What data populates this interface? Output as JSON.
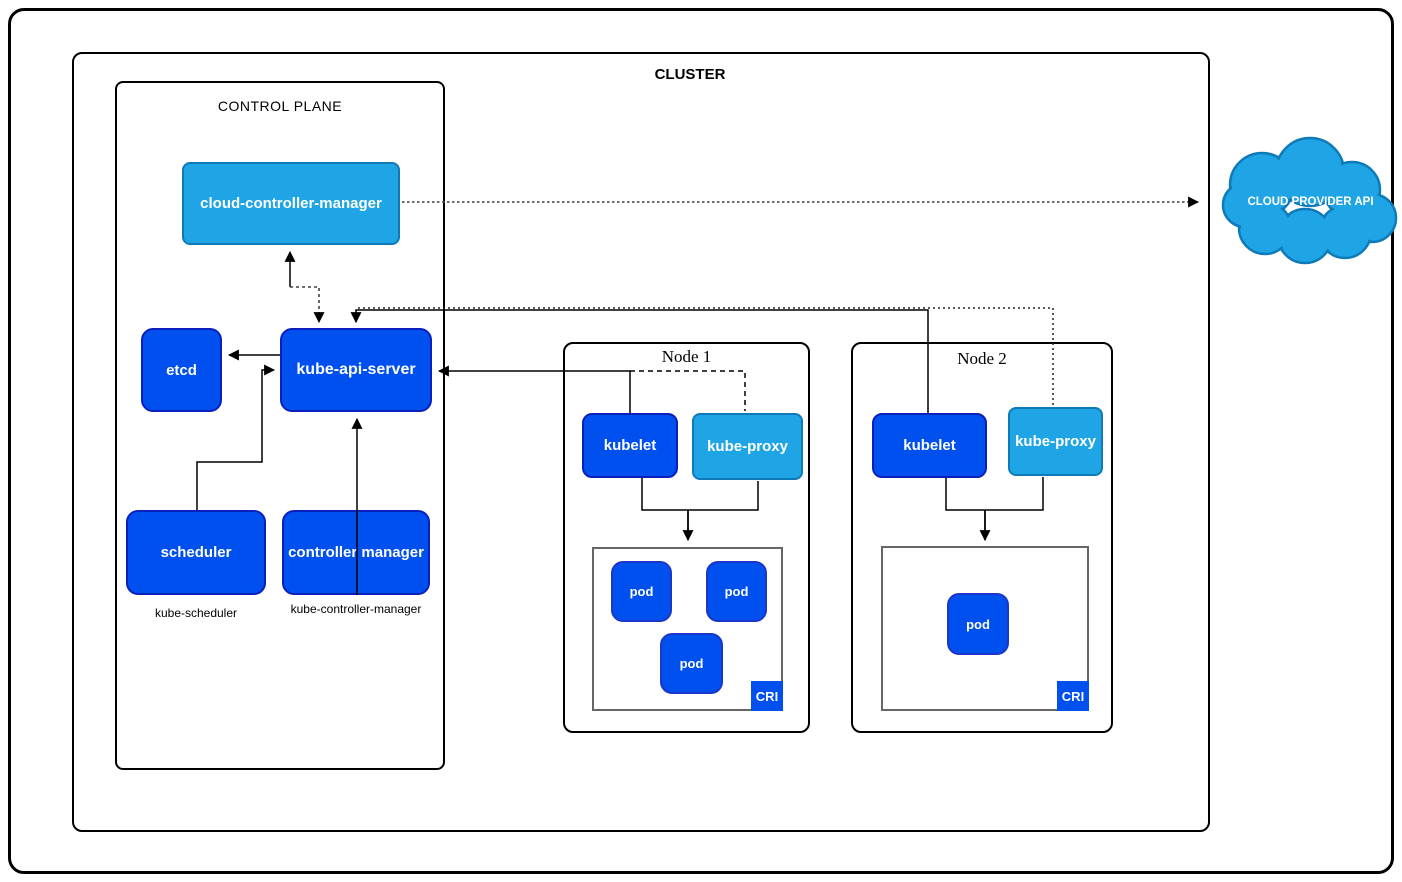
{
  "cluster": {
    "label": "CLUSTER"
  },
  "control_plane": {
    "label": "CONTROL PLANE",
    "cloud_controller_manager": {
      "label": "cloud-controller-manager"
    },
    "etcd": {
      "label": "etcd"
    },
    "kube_api_server": {
      "label": "kube-api-server"
    },
    "scheduler": {
      "label": "scheduler",
      "caption": "kube-scheduler"
    },
    "controller_manager": {
      "label": "controller manager",
      "caption": "kube-controller-manager"
    }
  },
  "nodes": [
    {
      "title": "Node 1",
      "kubelet": "kubelet",
      "kube_proxy": "kube-proxy",
      "cri_label": "CRI",
      "pods": [
        {
          "label": "pod"
        },
        {
          "label": "pod"
        },
        {
          "label": "pod"
        }
      ]
    },
    {
      "title": "Node 2",
      "kubelet": "kubelet",
      "kube_proxy": "kube-proxy",
      "cri_label": "CRI",
      "pods": [
        {
          "label": "pod"
        }
      ]
    }
  ],
  "cloud_provider_api": {
    "label": "CLOUD PROVIDER API"
  },
  "colors": {
    "component_blue_fill": "#0050ef",
    "component_blue_stroke": "#0b1fbd",
    "accent_lightblue_fill": "#1fa5e5",
    "accent_lightblue_stroke": "#0f7ab8",
    "connector_black": "#000000",
    "dotted_gray": "#595959",
    "cri_border_gray": "#666666"
  }
}
